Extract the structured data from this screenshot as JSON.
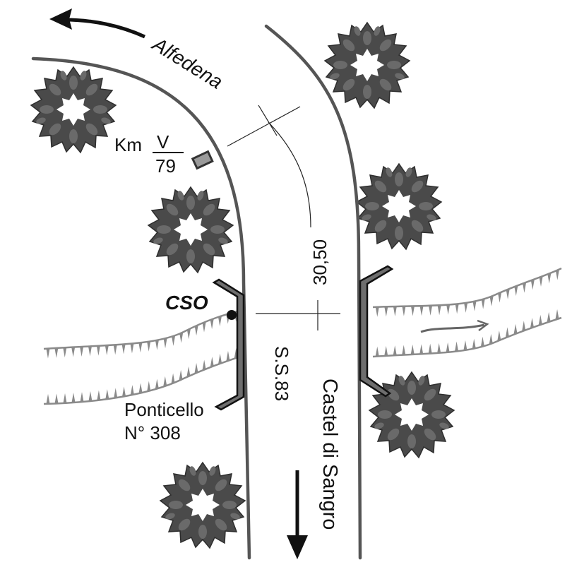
{
  "labels": {
    "direction_north": "Alfedena",
    "km_prefix": "Km",
    "km_numerator": "V",
    "km_denominator": "79",
    "measurement": "30,50",
    "cso": "CSO",
    "road_code": "S.S.83",
    "direction_south": "Castel di Sangro",
    "bridge_line1": "Ponticello",
    "bridge_line2": "N° 308"
  },
  "icons": {
    "tree": "tree-icon",
    "arrow_north": "arrow-curved-up-left-icon",
    "arrow_south": "arrow-down-icon",
    "km_marker": "milestone-icon",
    "cso_point": "point-marker-icon"
  },
  "colors": {
    "tree_fill": "#4a4a4a",
    "road_edge": "#555555",
    "stream_bank": "#8a8a8a",
    "bridge_fill": "#6e6e6e",
    "ink": "#111111"
  }
}
